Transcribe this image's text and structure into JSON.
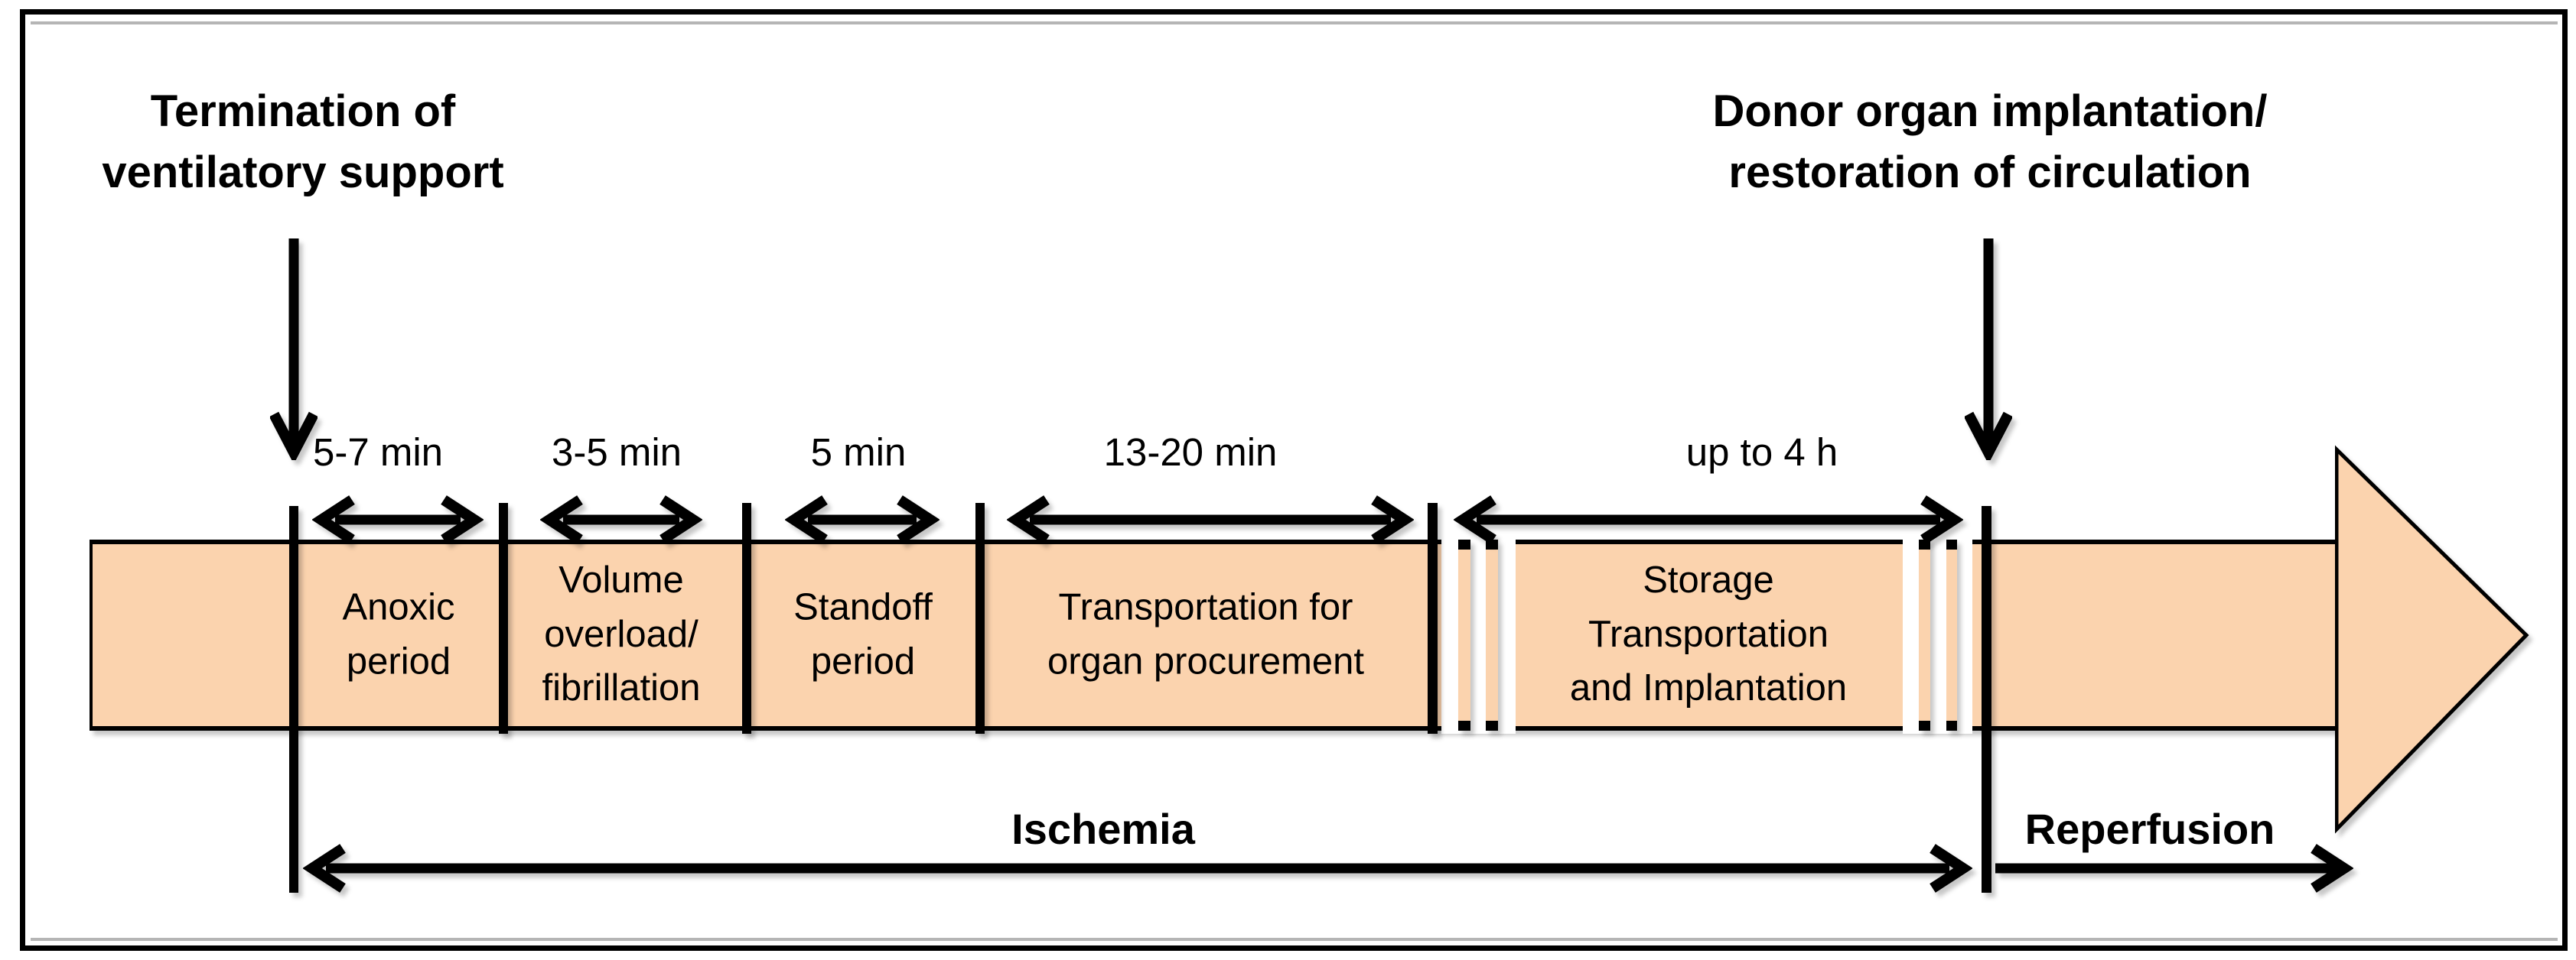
{
  "colors": {
    "band_fill": "#FBD3AE",
    "ink": "#000000"
  },
  "annotations": {
    "termination": "Termination of\nventilatory support",
    "donor": "Donor organ implantation/\nrestoration of circulation"
  },
  "durations": [
    "5-7 min",
    "3-5 min",
    "5 min",
    "13-20 min",
    "up to 4 h"
  ],
  "segments": [
    "Anoxic\nperiod",
    "Volume\noverload/\nfibrillation",
    "Standoff\nperiod",
    "Transportation for\norgan procurement",
    "Storage\nTransportation\nand Implantation"
  ],
  "phases": {
    "ischemia": "Ischemia",
    "reperfusion": "Reperfusion"
  }
}
